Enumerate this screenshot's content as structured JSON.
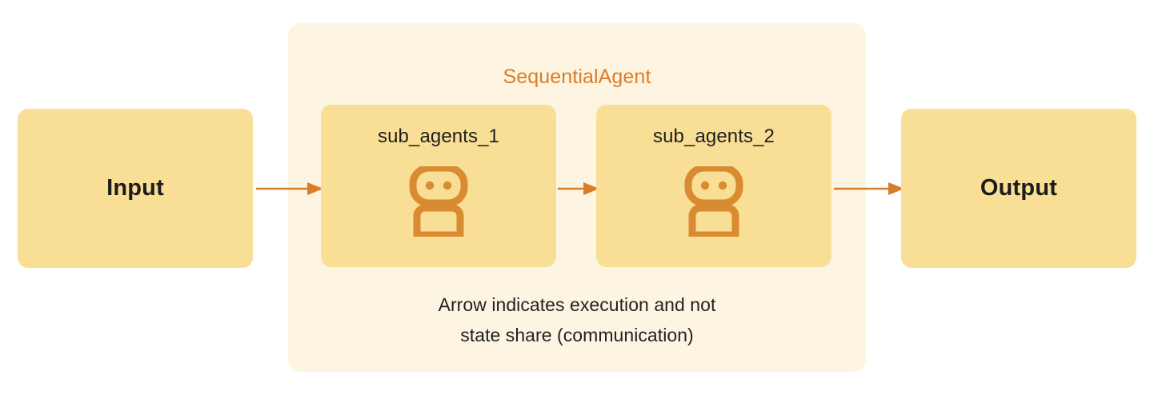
{
  "diagram": {
    "title": "SequentialAgent",
    "caption_lines": [
      "Arrow indicates execution and not",
      "state share (communication)"
    ],
    "input": {
      "label": "Input"
    },
    "output": {
      "label": "Output"
    },
    "sub_agents": [
      {
        "label": "sub_agents_1",
        "icon": "robot-icon"
      },
      {
        "label": "sub_agents_2",
        "icon": "robot-icon"
      }
    ],
    "arrows": [
      {
        "name": "arrow-input-to-agent1"
      },
      {
        "name": "arrow-agent1-to-agent2"
      },
      {
        "name": "arrow-agent2-to-output"
      }
    ],
    "colors": {
      "container_background": "#FDF5E2",
      "box_background": "#F9DE95",
      "accent_orange": "#DC7C27",
      "icon_orange": "#D98B32",
      "text_dark": "#1F1F1F",
      "page_background": "#FFFFFF"
    }
  }
}
